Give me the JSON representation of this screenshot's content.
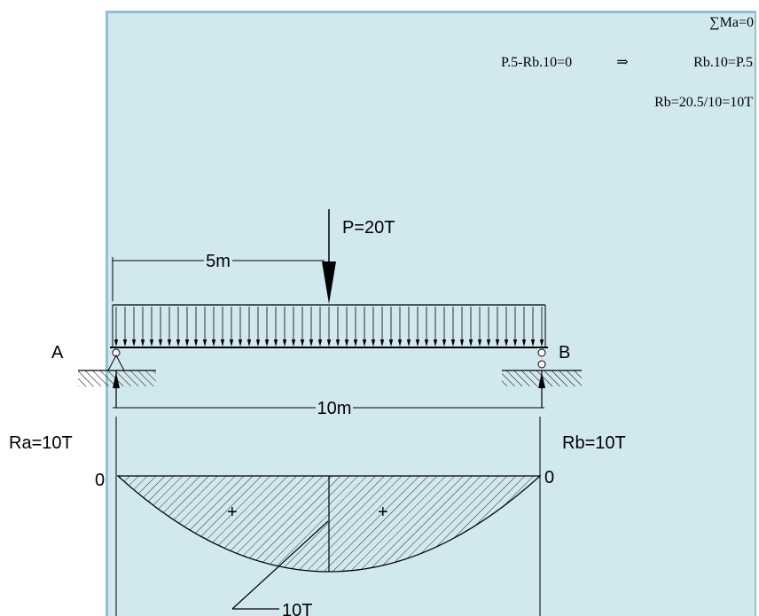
{
  "equations": {
    "line1": "∑Ma=0",
    "line2a": "P.5-Rb.10=0",
    "arrow": "⇒",
    "line2b": "Rb.10=P.5",
    "line3": "Rb=20.5/10=10T"
  },
  "load": {
    "point_load_label": "P=20T"
  },
  "dimensions": {
    "half_span": "5m",
    "span": "10m"
  },
  "supports": {
    "left": "A",
    "right": "B"
  },
  "reactions": {
    "left": "Ra=10T",
    "right": "Rb=10T"
  },
  "moment_diagram": {
    "left_value": "0",
    "right_value": "0",
    "left_sign": "+",
    "right_sign": "+",
    "max_label": "10T"
  },
  "colors": {
    "panel": "#d2e8ef",
    "panel_border": "#8ec3cf",
    "ink": "#000000"
  }
}
